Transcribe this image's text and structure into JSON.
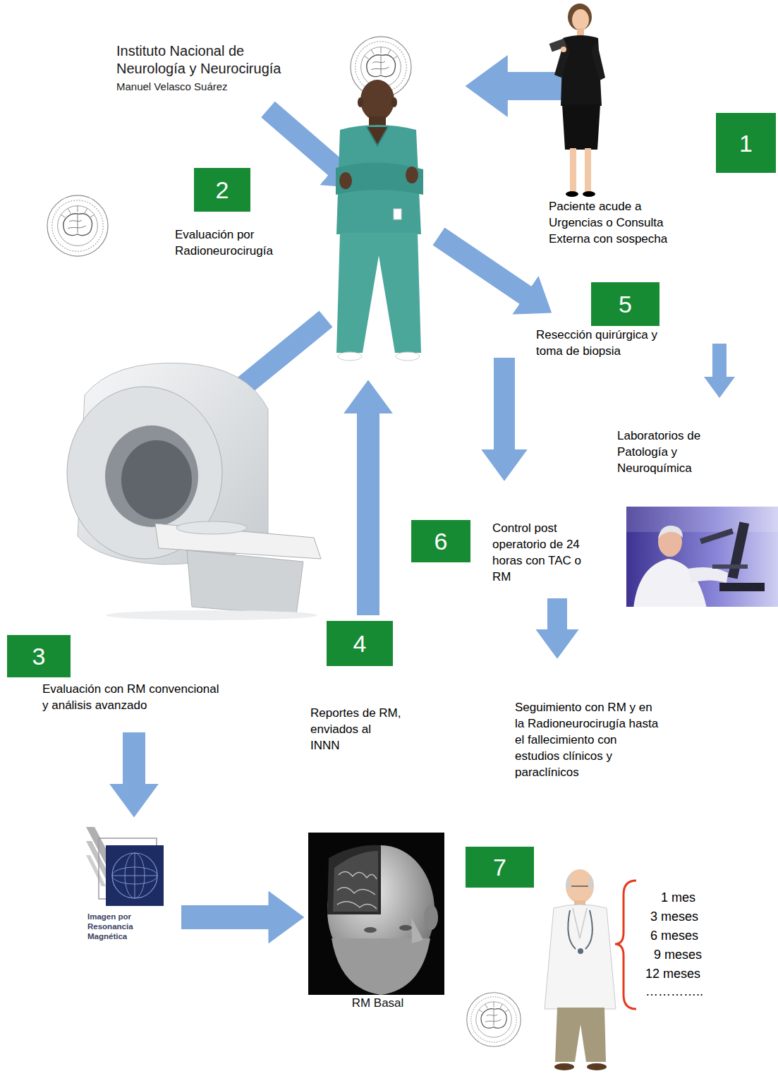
{
  "diagram": {
    "nodes": [
      {
        "text": [
          "1"
        ]
      },
      {
        "text": [
          "2"
        ]
      },
      {
        "text": [
          "3"
        ]
      },
      {
        "text": [
          "4"
        ]
      },
      {
        "text": [
          "5"
        ]
      },
      {
        "text": [
          "6"
        ]
      },
      {
        "text": [
          "7"
        ]
      },
      {
        "text": [
          "Imagen por Resonancia Magnética"
        ]
      },
      {
        "text": [
          "RM Basal"
        ]
      }
    ],
    "edges": [
      {
        "from": 7,
        "to": 8,
        "arrow": "to"
      }
    ],
    "labels": [
      "Instituto Nacional de Neurología y Neurocirugía",
      "Manuel Velasco Suárez",
      "Paciente acude a Urgencias o Consulta Externa con sospecha",
      "Evaluación por Radioneurocirugía",
      "Resección quirúrgica y toma de biopsia",
      "Laboratorios de Patología y Neuroquímica",
      "Control post operatorio de 24 horas con TAC o RM",
      "Evaluación con RM convencional y análisis avanzado",
      "Reportes de RM, enviados al INNN",
      "Seguimiento con RM y en la Radioneurocirugía hasta el fallecimiento con estudios clínicos y paraclínicos",
      "1 mes",
      "3 meses",
      "6 meses",
      "9 meses",
      "12 meses",
      "………….."
    ]
  }
}
